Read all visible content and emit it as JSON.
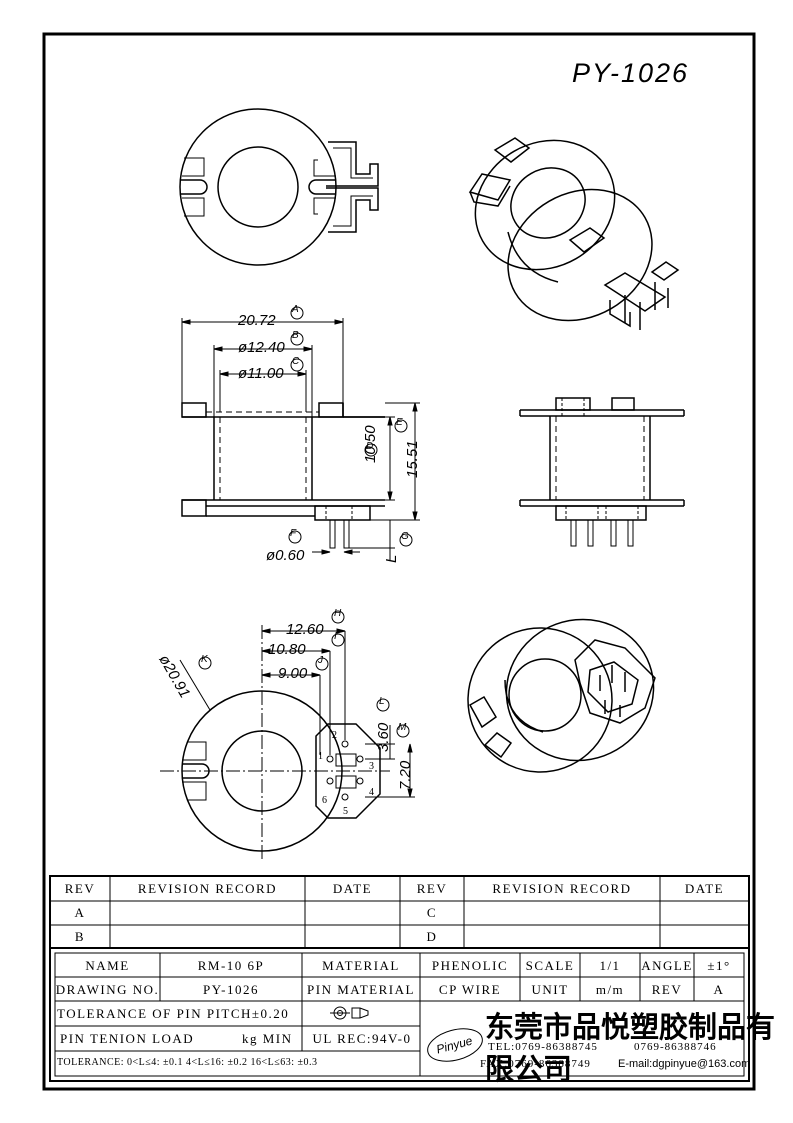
{
  "drawing": {
    "part_number": "PY-1026",
    "front_view": {
      "dim_A": "20.72",
      "dim_B": "ø12.40",
      "dim_C": "ø11.00",
      "dim_D": "10.50",
      "dim_E": "15.51",
      "dim_F": "ø0.60",
      "dim_G": "L",
      "labels": [
        "A",
        "B",
        "C",
        "D",
        "E",
        "F",
        "G"
      ]
    },
    "bottom_view": {
      "dim_H": "12.60",
      "dim_I": "10.80",
      "dim_J": "9.00",
      "dim_K": "ø20.91",
      "dim_L": "3.60",
      "dim_M": "7.20",
      "labels": [
        "H",
        "I",
        "J",
        "K",
        "L",
        "M"
      ],
      "pin_numbers": [
        "1",
        "2",
        "3",
        "4",
        "5",
        "6"
      ]
    }
  },
  "revision_table": {
    "headers": [
      "REV",
      "REVISION RECORD",
      "DATE",
      "REV",
      "REVISION RECORD",
      "DATE"
    ],
    "rows": [
      {
        "rev_left": "A",
        "rev_right": "C"
      },
      {
        "rev_left": "B",
        "rev_right": "D"
      }
    ]
  },
  "title_block": {
    "name_label": "NAME",
    "name_value": "RM-10 6P",
    "material_label": "MATERIAL",
    "material_value": "PHENOLIC",
    "scale_label": "SCALE",
    "scale_value": "1/1",
    "angle_label": "ANGLE",
    "angle_value": "±1°",
    "drawing_no_label": "DRAWING NO.",
    "drawing_no_value": "PY-1026",
    "pin_material_label": "PIN MATERIAL",
    "pin_material_value": "CP WIRE",
    "unit_label": "UNIT",
    "unit_value": "m/m",
    "rev_label": "REV",
    "rev_value": "A",
    "pin_pitch_tolerance": "TOLERANCE OF PIN PITCH±0.20",
    "pin_tension": "PIN TENION LOAD",
    "pin_tension_unit": "kg MIN",
    "ul_rec": "UL REC:94V-0",
    "tolerance_line": "TOLERANCE: 0<L≤4: ±0.1  4<L≤16: ±0.2  16<L≤63: ±0.3",
    "logo_text": "Pinyue",
    "company_name": "东莞市品悦塑胶制品有限公司",
    "tel_1": "TEL:0769-86388745",
    "tel_2": "0769-86388746",
    "fax": "FAX:0769-86388749",
    "email": "E-mail:dgpinyue@163.com"
  }
}
